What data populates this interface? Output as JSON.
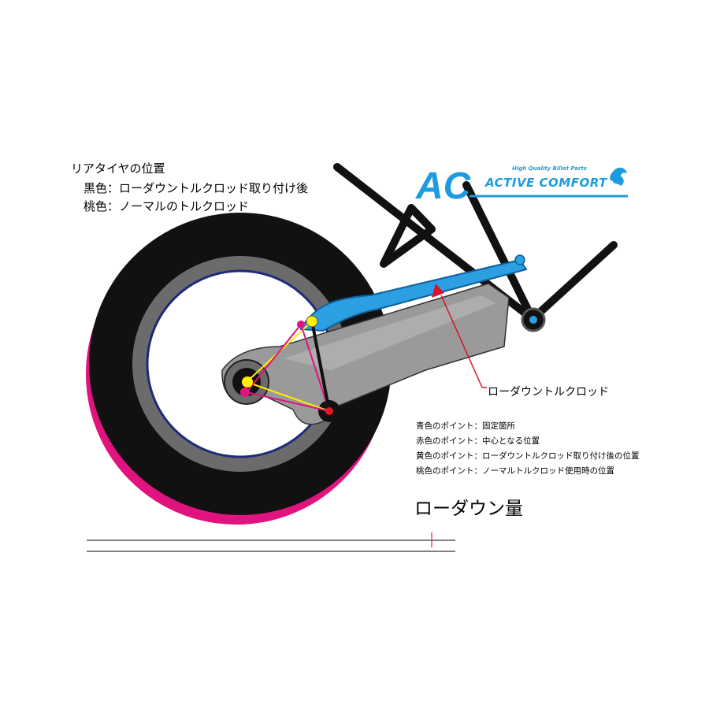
{
  "legend": {
    "title": "リアタイヤの位置",
    "black_line": "黒色：ローダウントルクロッド取り付け後",
    "pink_line": "桃色：ノーマルのトルクロッド"
  },
  "callout": {
    "rod_label": "ローダウントルクロッド"
  },
  "point_key": [
    "青色のポイント：固定箇所",
    "赤色のポイント：中心となる位置",
    "黄色のポイント：ローダウントルクロッド取り付け後の位置",
    "桃色のポイント：ノーマルトルクロッド使用時の位置"
  ],
  "measure": {
    "label": "ローダウン量"
  },
  "brand": {
    "logo_letters": "AC",
    "name": "ACTIVE COMFORT",
    "tagline": "High Quality Billet Parts"
  },
  "colors": {
    "tire_black": "#111111",
    "tire_pink": "#e0137f",
    "rim_inner": "#6b6b6b",
    "rim_edge": "#1f2a7a",
    "swingarm": "#9a9a9a",
    "torque_rod": "#2c9fe2",
    "fixed_point": "#2c9fe2",
    "center_point": "#e01a2a",
    "after_point": "#ffef00",
    "normal_point": "#e0137f",
    "arrow": "#d4142a",
    "brand": "#1e9be0"
  }
}
